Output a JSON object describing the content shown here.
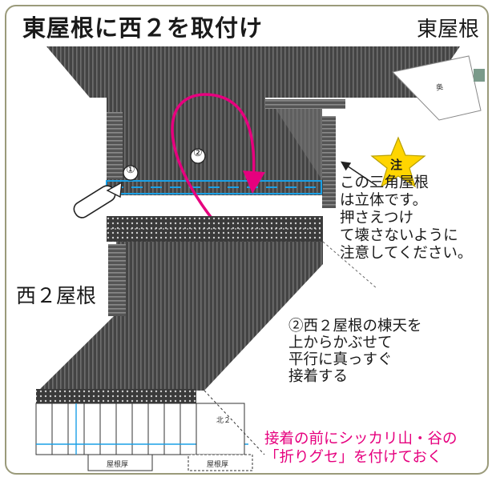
{
  "title": "東屋根に西２を取付け",
  "labels": {
    "east_roof": "東屋根",
    "west2_roof": "西２屋根",
    "north2": "北２",
    "roof_thickness_left": "屋根厚",
    "roof_thickness_right": "屋根厚",
    "small_mark": "奥"
  },
  "markers": {
    "step1": "①",
    "step2": "②",
    "caution_star": "注"
  },
  "notes": {
    "caution": "この三角屋根\nは立体です。\n押さえつけ\nて壊さないように\n注意してください。",
    "step2": "②西２屋根の棟天を\n上からかぶせて\n平行に真っすぐ\n接着する",
    "fold_tip": "接着の前にシッカリ山・谷の\n「折りグセ」を付けておく"
  },
  "colors": {
    "roof": "#4d4d4d",
    "blue_line": "#1aa0e6",
    "pink_arrow": "#e6007e",
    "star": "#ffd500"
  }
}
